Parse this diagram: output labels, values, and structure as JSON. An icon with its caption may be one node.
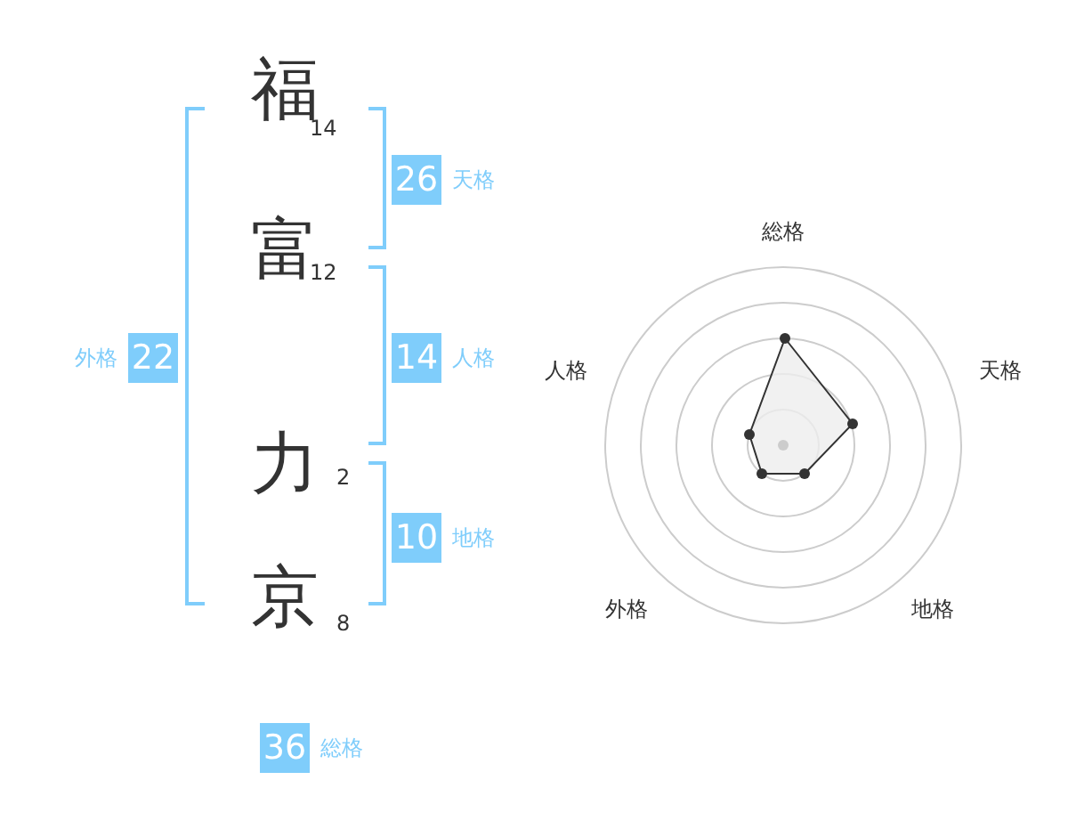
{
  "diagram": {
    "nodes": [
      {
        "text": [
          "26"
        ],
        "beside": [
          "天格"
        ]
      },
      {
        "text": [
          "22"
        ],
        "beside": [
          "外格"
        ]
      },
      {
        "text": [
          "14"
        ],
        "beside": [
          "人格"
        ]
      },
      {
        "text": [
          "10"
        ],
        "beside": [
          "地格"
        ]
      },
      {
        "text": [
          "36"
        ],
        "beside": [
          "総格"
        ]
      }
    ],
    "labels": [
      "福",
      "14",
      "富",
      "12",
      "力",
      "2",
      "京",
      "8",
      "総格",
      "天格",
      "人格",
      "外格",
      "地格"
    ]
  }
}
